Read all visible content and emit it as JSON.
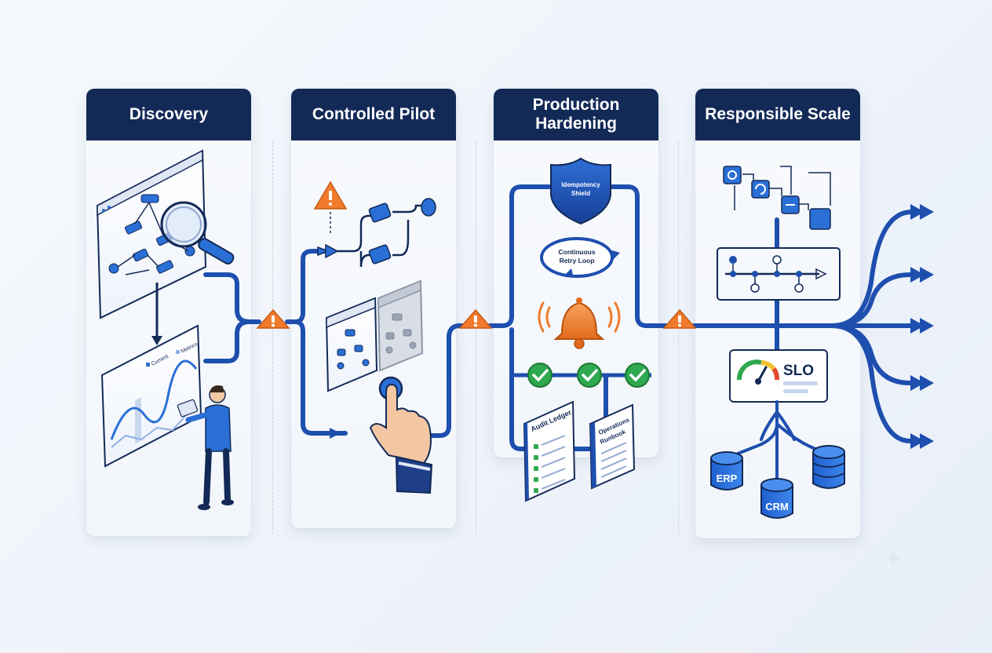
{
  "stages": [
    {
      "title": "Discovery"
    },
    {
      "title": "Controlled Pilot"
    },
    {
      "title": "Production Hardening"
    },
    {
      "title": "Responsible Scale"
    }
  ],
  "discovery": {
    "chart_legend": [
      "Current",
      "Metrics"
    ]
  },
  "hardening": {
    "shield_label": "Idempotency Shield",
    "loop_label": "Continuous Retry Loop",
    "audit_ledger": "Audit Ledger",
    "runbook": "Operations Runbook"
  },
  "scale": {
    "slo_label": "SLO",
    "systems": [
      "ERP",
      "CRM"
    ]
  },
  "colors": {
    "header": "#132a57",
    "flow": "#2a6fd6",
    "flow_dark": "#1e4fae",
    "warning": "#f07b2c",
    "success": "#2fa84f"
  }
}
